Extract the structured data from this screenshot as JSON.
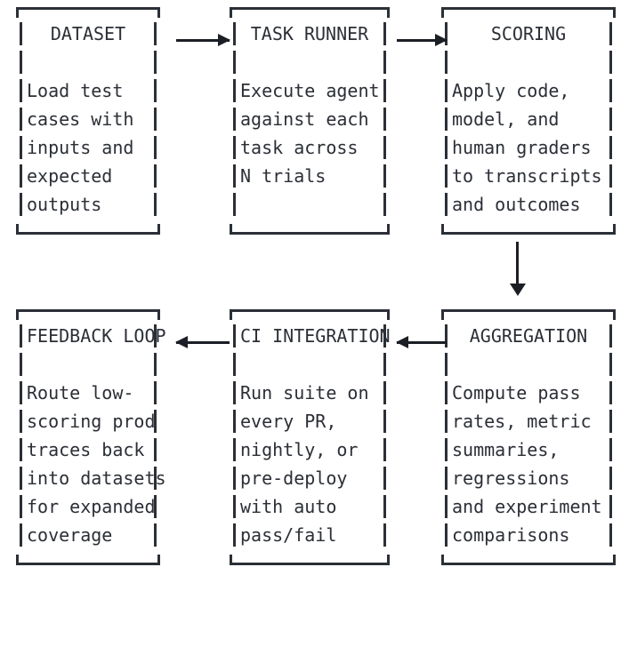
{
  "diagram": {
    "title": "Evaluation pipeline flow",
    "ink_color": "#2b2f36",
    "arrow_color": "#1b1e24",
    "background": "#ffffff",
    "nodes": [
      {
        "id": "dataset",
        "title": "DATASET",
        "lines": [
          "Load test",
          "cases with",
          "inputs and",
          "expected",
          "outputs"
        ]
      },
      {
        "id": "task-runner",
        "title": "TASK RUNNER",
        "lines": [
          "Execute agent",
          "against each",
          "task across",
          "N trials",
          ""
        ]
      },
      {
        "id": "scoring",
        "title": "SCORING",
        "lines": [
          "Apply code,",
          "model, and",
          "human graders",
          "to transcripts",
          "and outcomes"
        ]
      },
      {
        "id": "feedback-loop",
        "title": "FEEDBACK LOOP",
        "lines": [
          "Route low-",
          "scoring prod",
          "traces back",
          "into datasets",
          "for expanded",
          "coverage"
        ]
      },
      {
        "id": "ci-integration",
        "title": "CI INTEGRATION",
        "lines": [
          "Run suite on",
          "every PR,",
          "nightly, or",
          "pre-deploy",
          "with auto",
          "pass/fail"
        ]
      },
      {
        "id": "aggregation",
        "title": "AGGREGATION",
        "lines": [
          "Compute pass",
          "rates, metric",
          "summaries,",
          "regressions",
          "and experiment",
          "comparisons"
        ]
      }
    ],
    "connectors": [
      {
        "id": "dataset-to-task-runner",
        "from": "dataset",
        "to": "task-runner",
        "direction": "right"
      },
      {
        "id": "task-runner-to-scoring",
        "from": "task-runner",
        "to": "scoring",
        "direction": "right"
      },
      {
        "id": "scoring-to-aggregation",
        "from": "scoring",
        "to": "aggregation",
        "direction": "down"
      },
      {
        "id": "aggregation-to-ci",
        "from": "aggregation",
        "to": "ci-integration",
        "direction": "left"
      },
      {
        "id": "ci-to-feedback-loop",
        "from": "ci-integration",
        "to": "feedback-loop",
        "direction": "left"
      }
    ]
  }
}
